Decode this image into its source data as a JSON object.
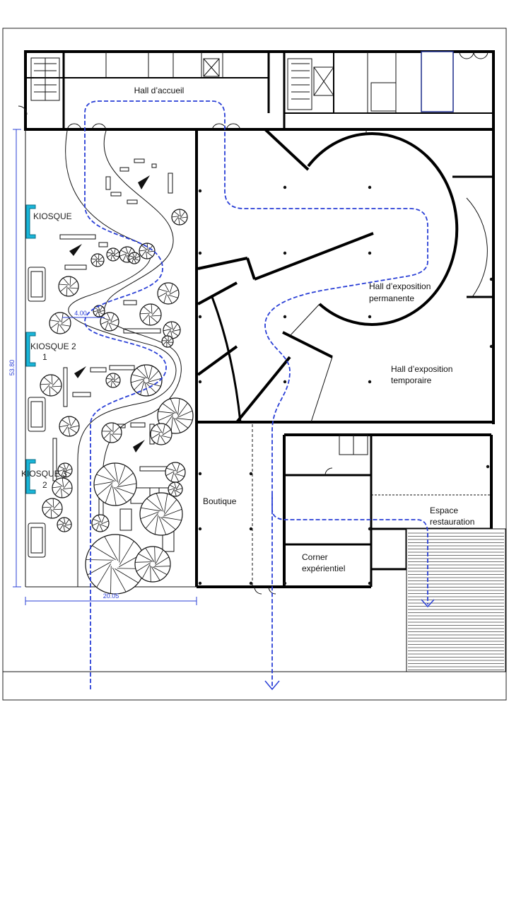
{
  "rooms": {
    "hall_accueil": "Hall d’accueil",
    "hall_permanente_1": "Hall d’exposition",
    "hall_permanente_2": "permanente",
    "hall_temporaire_1": "Hall d’exposition",
    "hall_temporaire_2": "temporaire",
    "boutique": "Boutique",
    "restauration_1": "Espace",
    "restauration_2": "restauration",
    "corner_1": "Corner",
    "corner_2": "expérientiel"
  },
  "kiosks": {
    "k1": "KIOSQUE",
    "k2": "KIOSQUE 2",
    "k2_sub": "1",
    "k3": "KIOSQUE 3",
    "k3_sub": "2"
  },
  "dimensions": {
    "height": "53.80",
    "width": "20.05",
    "path_width": "4.00"
  },
  "colors": {
    "circulation": "#2a3fd6",
    "kiosk": "#19b5d8",
    "walls": "#000000"
  }
}
